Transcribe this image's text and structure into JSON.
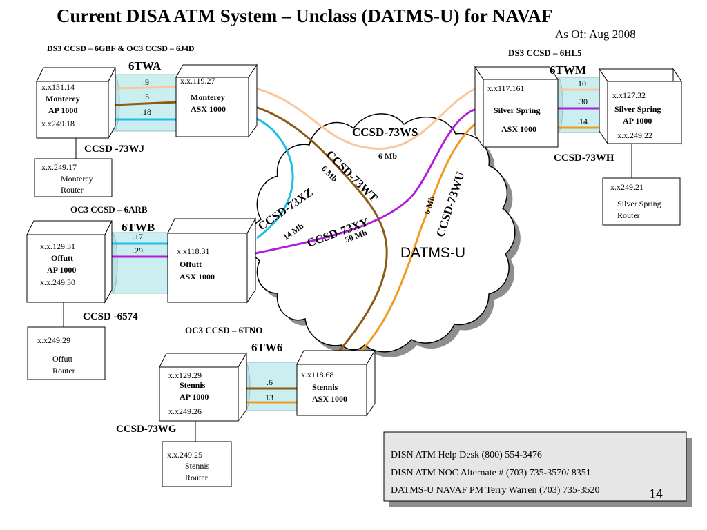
{
  "title": "Current DISA ATM System – Unclass (DATMS-U) for NAVAF",
  "as_of": "As Of:  Aug 2008",
  "cloud": {
    "label": "DATMS-U",
    "circuits": [
      {
        "id": "73WS",
        "label": "CCSD-73WS",
        "rate": "6 Mb"
      },
      {
        "id": "73WT",
        "label": "CCSD-73WT",
        "rate": "6 Mb"
      },
      {
        "id": "73XZ",
        "label": "CCSD-73XZ",
        "rate": "14 Mb"
      },
      {
        "id": "73XY",
        "label": "CCSD-73XY",
        "rate": "50 Mb"
      },
      {
        "id": "73WU",
        "label": "CCSD-73WU",
        "rate": "6 Mb"
      }
    ]
  },
  "sites": {
    "monterey": {
      "header": "DS3 CCSD – 6GBF & OC3 CCSD – 6J4D",
      "trunk": "6TWA",
      "ap": {
        "ip1": "x.x131.14",
        "name1": "Monterey",
        "name2": "AP 1000",
        "ip2": "x.x249.18"
      },
      "asx": {
        "ip": "x.x.119.27",
        "name1": "Monterey",
        "name2": "ASX 1000"
      },
      "links": [
        ".9",
        ".5",
        ".18"
      ],
      "ccsd": "CCSD -73WJ",
      "router": {
        "ip": "x.x.249.17",
        "name1": "Monterey",
        "name2": "Router"
      }
    },
    "offutt": {
      "header": "OC3 CCSD – 6ARB",
      "trunk": "6TWB",
      "ap": {
        "ip1": "x.x.129.31",
        "name1": "Offutt",
        "name2": "AP 1000",
        "ip2": "x.x.249.30"
      },
      "asx": {
        "ip": "x.x118.31",
        "name1": "Offutt",
        "name2": "ASX 1000"
      },
      "links": [
        ".17",
        ".29"
      ],
      "ccsd": "CCSD -6574",
      "router": {
        "ip": "x.x249.29",
        "name1": "Offutt",
        "name2": "Router"
      }
    },
    "stennis": {
      "header": "OC3 CCSD – 6TNO",
      "trunk": "6TW6",
      "ap": {
        "ip1": "x.x129.29",
        "name1": "Stennis",
        "name2": "AP 1000",
        "ip2": "x.x249.26"
      },
      "asx": {
        "ip": "x.x118.68",
        "name1": "Stennis",
        "name2": "ASX 1000"
      },
      "links": [
        ".6",
        "13"
      ],
      "ccsd": "CCSD-73WG",
      "router": {
        "ip": "x.x.249.25",
        "name1": "Stennis",
        "name2": "Router"
      }
    },
    "silver_spring": {
      "header": "DS3 CCSD – 6HL5",
      "trunk": "6TWM",
      "asx": {
        "ip": "x.x117.161",
        "name1": "Silver Spring",
        "name2": "ASX 1000"
      },
      "ap": {
        "ip1": "x.x127.32",
        "name1": "Silver Spring",
        "name2": "AP 1000",
        "ip2": "x.x.249.22"
      },
      "links": [
        ".10",
        ".30",
        ".14"
      ],
      "ccsd": "CCSD-73WH",
      "router": {
        "ip": "x.x249.21",
        "name1": "Silver Spring",
        "name2": "Router"
      }
    }
  },
  "contacts": [
    "DISN ATM  Help Desk  (800) 554-3476",
    "DISN ATM NOC Alternate # (703) 735-3570/ 8351",
    "DATMS-U  NAVAF  PM Terry Warren (703) 735-3520"
  ],
  "page_number": "14",
  "colors": {
    "peach": "#f9c79b",
    "brown": "#8b5a14",
    "cyan": "#1fbde8",
    "purple": "#b11ed8",
    "orange": "#f29a1f",
    "tube": "#cbeef0",
    "info_bg": "#e6e6e6"
  }
}
